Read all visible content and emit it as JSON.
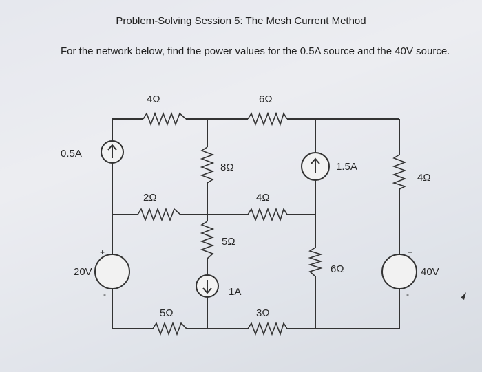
{
  "title": "Problem-Solving Session 5: The Mesh Current Method",
  "problem_text": "For the network below, find the power values for the 0.5A source and the 40V source.",
  "circuit": {
    "resistors": {
      "top_left": "4Ω",
      "top_right": "6Ω",
      "mid_vertical": "8Ω",
      "right_vertical": "4Ω",
      "mid_left": "2Ω",
      "mid_center": "4Ω",
      "lower_vertical": "5Ω",
      "right_mid_vertical": "6Ω",
      "bottom_left": "5Ω",
      "bottom_center": "3Ω"
    },
    "sources": {
      "current_left": "0.5A",
      "current_right": "1.5A",
      "current_center": "1A",
      "voltage_left": "20V",
      "voltage_right": "40V"
    },
    "polarity": {
      "plus": "+",
      "minus": "-"
    }
  }
}
